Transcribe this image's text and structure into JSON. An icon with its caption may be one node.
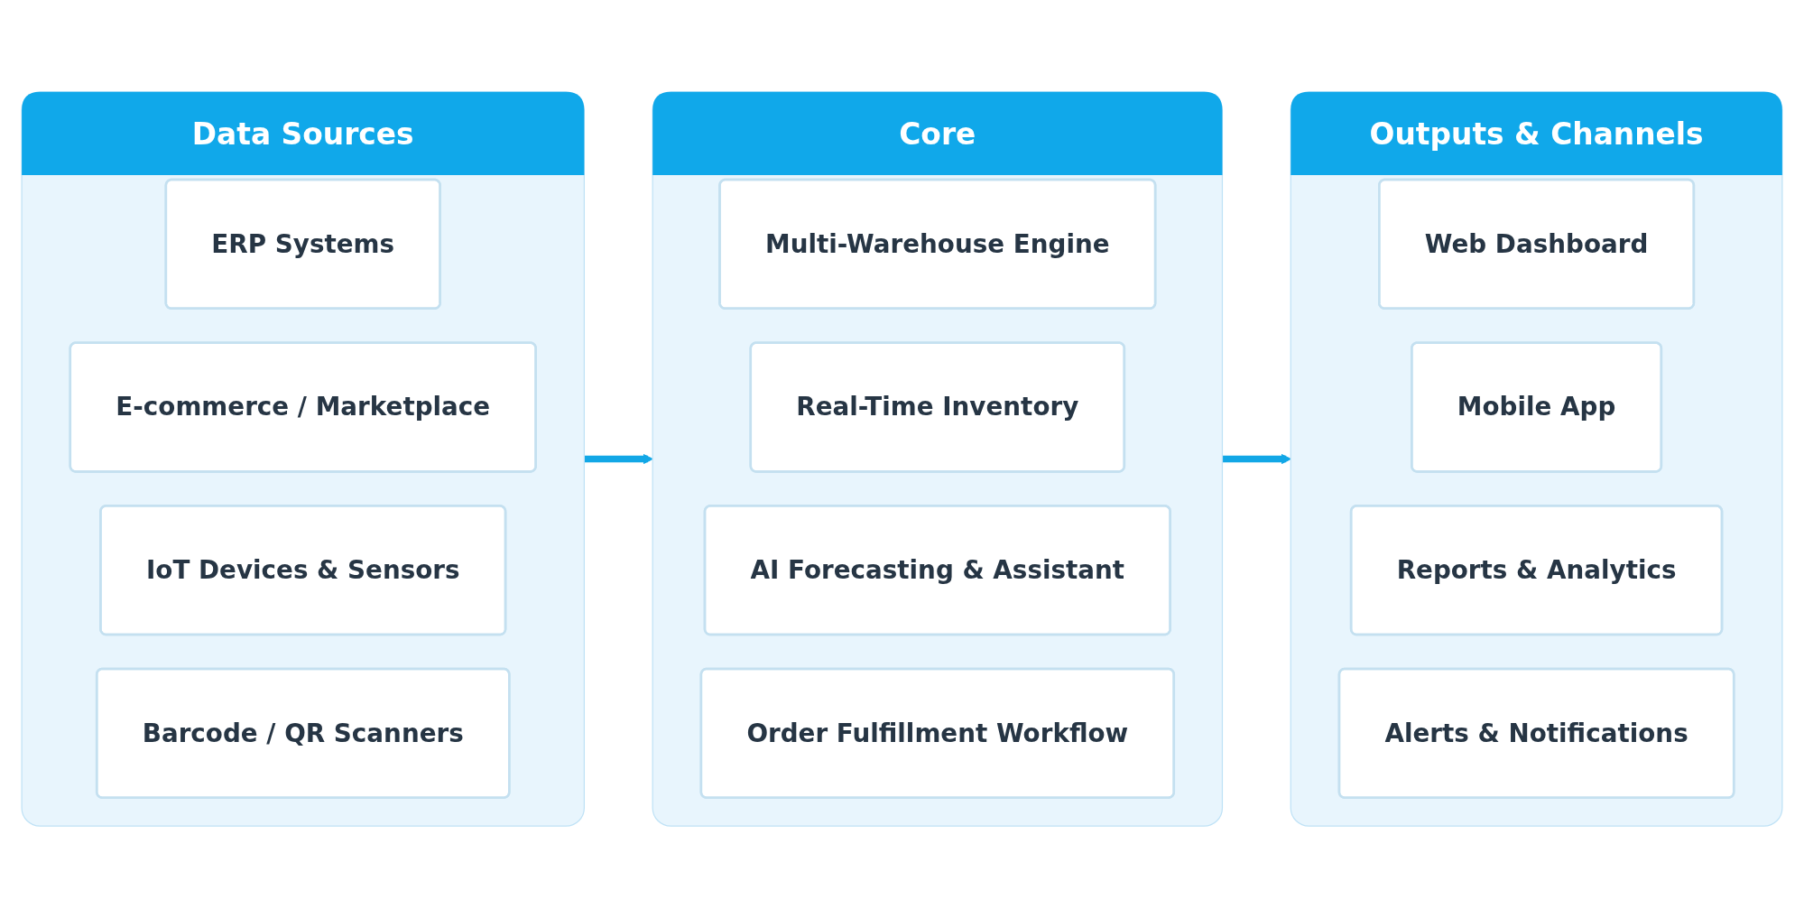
{
  "diagram": {
    "nodes": [
      {
        "text": [
          "Data Sources"
        ]
      },
      {
        "text": [
          "ERP Systems"
        ],
        "in": 0
      },
      {
        "text": [
          "E-commerce / Marketplace"
        ],
        "in": 0
      },
      {
        "text": [
          "IoT Devices & Sensors"
        ],
        "in": 0
      },
      {
        "text": [
          "Barcode / QR Scanners"
        ],
        "in": 0
      },
      {
        "text": [
          "Core"
        ]
      },
      {
        "text": [
          "Multi-Warehouse Engine"
        ],
        "in": 5
      },
      {
        "text": [
          "Real-Time Inventory"
        ],
        "in": 5
      },
      {
        "text": [
          "AI Forecasting & Assistant"
        ],
        "in": 5
      },
      {
        "text": [
          "Order Fulfillment Workflow"
        ],
        "in": 5
      },
      {
        "text": [
          "Outputs & Channels"
        ]
      },
      {
        "text": [
          "Web Dashboard"
        ],
        "in": 10
      },
      {
        "text": [
          "Mobile App"
        ],
        "in": 10
      },
      {
        "text": [
          "Reports & Analytics"
        ],
        "in": 10
      },
      {
        "text": [
          "Alerts & Notifications"
        ],
        "in": 10
      }
    ],
    "edges": [
      {
        "from": 0,
        "to": 5,
        "arrow": "to"
      },
      {
        "from": 5,
        "to": 10,
        "arrow": "to"
      }
    ]
  }
}
